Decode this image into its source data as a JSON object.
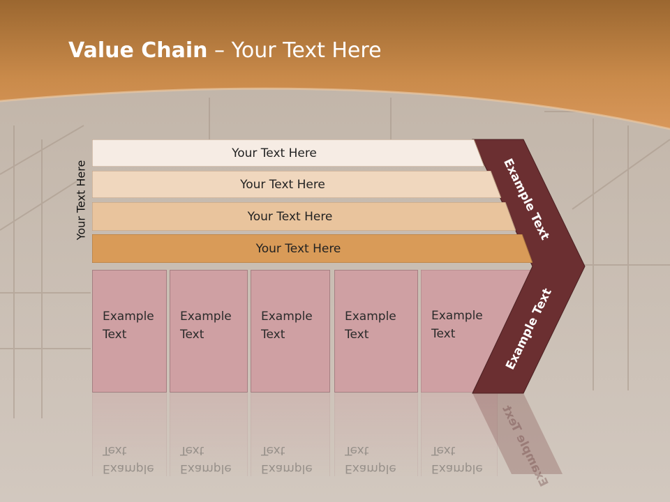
{
  "title": {
    "bold": "Value Chain",
    "rest": " – Your Text Here"
  },
  "side_label": "Your Text Here",
  "rows": [
    {
      "label": "Your Text Here",
      "color": "#f6ece4"
    },
    {
      "label": "Your Text Here",
      "color": "#f0d7be"
    },
    {
      "label": "Your Text Here",
      "color": "#e9c49d"
    },
    {
      "label": "Your Text Here",
      "color": "#d99b58"
    }
  ],
  "boxes": [
    {
      "line1": "Example",
      "line2": "Text"
    },
    {
      "line1": "Example",
      "line2": "Text"
    },
    {
      "line1": "Example",
      "line2": "Text"
    },
    {
      "line1": "Example",
      "line2": "Text"
    },
    {
      "line1": "Example",
      "line2": "Text"
    }
  ],
  "chevron": {
    "upper": "Example Text",
    "lower": "Example Text",
    "color": "#6b2f31"
  },
  "colors": {
    "header": "#c9823e",
    "box": "#cfa0a3"
  }
}
